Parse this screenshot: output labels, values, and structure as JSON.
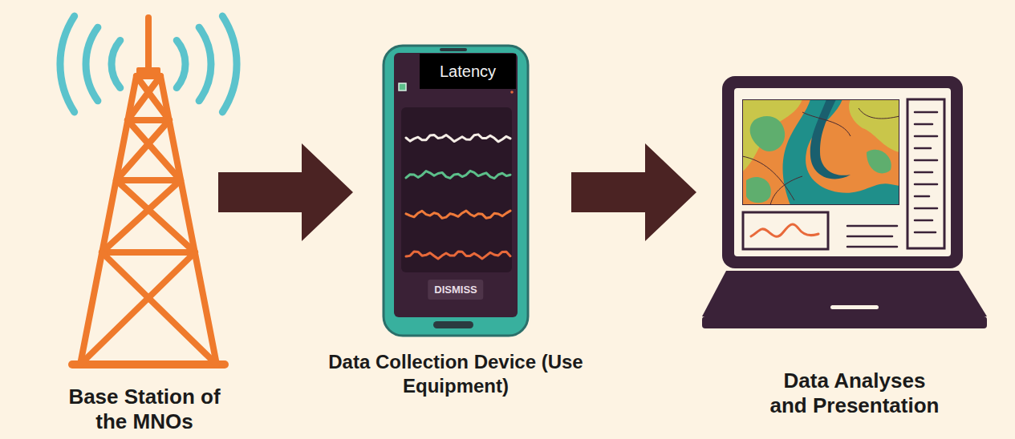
{
  "diagram": {
    "nodes": [
      {
        "text": [
          "Base Station of the MNOs"
        ]
      },
      {
        "text": [
          "Latency",
          "DISMISS",
          "Data Collection Device (Use Equipment)"
        ]
      },
      {
        "text": [
          "Data Analyses and Presentation"
        ]
      }
    ],
    "edges": [
      {
        "from": 0,
        "to": 1,
        "arrow": "to"
      },
      {
        "from": 1,
        "to": 2,
        "arrow": "to"
      }
    ]
  }
}
